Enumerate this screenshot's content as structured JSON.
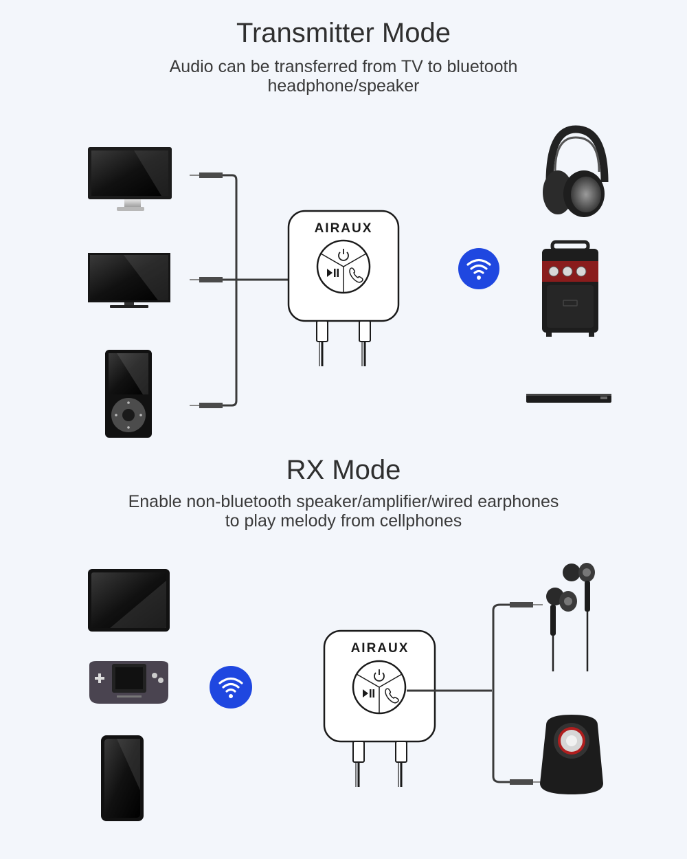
{
  "transmitter": {
    "title": "Transmitter Mode",
    "subtitle_line1": "Audio can be transferred from TV to bluetooth",
    "subtitle_line2": "headphone/speaker",
    "device_brand": "AIRAUX"
  },
  "receiver": {
    "title": "RX Mode",
    "subtitle_line1": "Enable non-bluetooth speaker/amplifier/wired earphones",
    "subtitle_line2": "to play melody from cellphones",
    "device_brand": "AIRAUX"
  },
  "colors": {
    "background": "#f3f6fb",
    "bluetooth_badge": "#1f47e0",
    "device_outline": "#1a1a1a"
  },
  "icons": [
    "monitor-icon",
    "tv-icon",
    "mp3-player-icon",
    "headphones-icon",
    "speaker-icon",
    "soundbar-icon",
    "tablet-icon",
    "game-console-icon",
    "smartphone-icon",
    "earphones-icon",
    "desktop-speaker-icon",
    "wifi-icon",
    "power-icon",
    "play-pause-icon",
    "phone-icon"
  ]
}
